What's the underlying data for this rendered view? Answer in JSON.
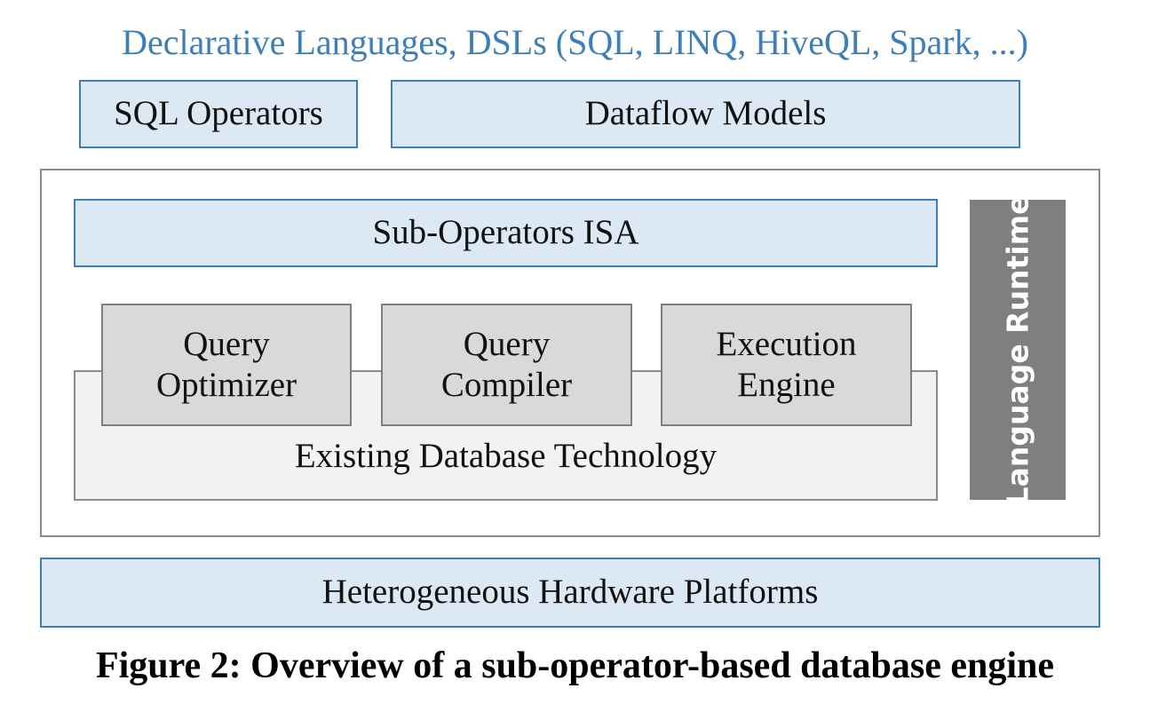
{
  "header": {
    "title": "Declarative Languages, DSLs (SQL, LINQ, HiveQL, Spark, ...)"
  },
  "layers": {
    "sql_operators": "SQL Operators",
    "dataflow_models": "Dataflow Models",
    "sub_operators_isa": "Sub-Operators ISA",
    "query_optimizer": [
      "Query",
      "Optimizer"
    ],
    "query_compiler": [
      "Query",
      "Compiler"
    ],
    "execution_engine": [
      "Execution",
      "Engine"
    ],
    "existing_db_tech": "Existing Database Technology",
    "language_runtime": "Language Runtime",
    "hardware": "Heterogeneous Hardware Platforms"
  },
  "caption": "Figure 2: Overview of a sub-operator-based database engine",
  "colors": {
    "accent_blue": "#3d7fb8",
    "box_blue_fill": "#dce9f5",
    "component_gray": "#d9d9d9",
    "runtime_gray": "#7f7f7f"
  }
}
